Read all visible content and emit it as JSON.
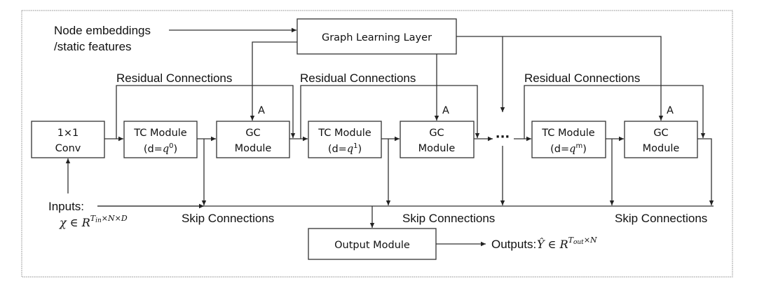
{
  "diagram": {
    "type": "architecture-diagram",
    "inputs_top": {
      "line1": "Node embeddings",
      "line2": "/static features"
    },
    "graph_learning_layer": "Graph Learning Layer",
    "adjacency_label": "A",
    "residual_label": "Residual Connections",
    "skip_label": "Skip Connections",
    "conv": {
      "line1": "1×1",
      "line2": "Conv"
    },
    "tc_modules": [
      {
        "line1": "TC Module",
        "prefix": "(d=",
        "base": "q",
        "exp": "0",
        "suffix": ")"
      },
      {
        "line1": "TC Module",
        "prefix": "(d=",
        "base": "q",
        "exp": "1",
        "suffix": ")"
      },
      {
        "line1": "TC Module",
        "prefix": "(d=",
        "base": "q",
        "exp": "m",
        "suffix": ")"
      }
    ],
    "gc_modules": [
      {
        "line1": "GC",
        "line2": "Module"
      },
      {
        "line1": "GC",
        "line2": "Module"
      },
      {
        "line1": "GC",
        "line2": "Module"
      }
    ],
    "ellipsis": "···",
    "inputs": {
      "label": "Inputs:",
      "math_base": "χ ∈ R",
      "math_exp": "T",
      "math_exp_sub": "in",
      "math_exp_rest": "×N×D"
    },
    "output_module": "Output Module",
    "outputs": {
      "label": "Outputs:",
      "math_base": "Ŷ ∈ R",
      "math_exp": "T",
      "math_exp_sub": "out",
      "math_exp_rest": "×N"
    }
  }
}
